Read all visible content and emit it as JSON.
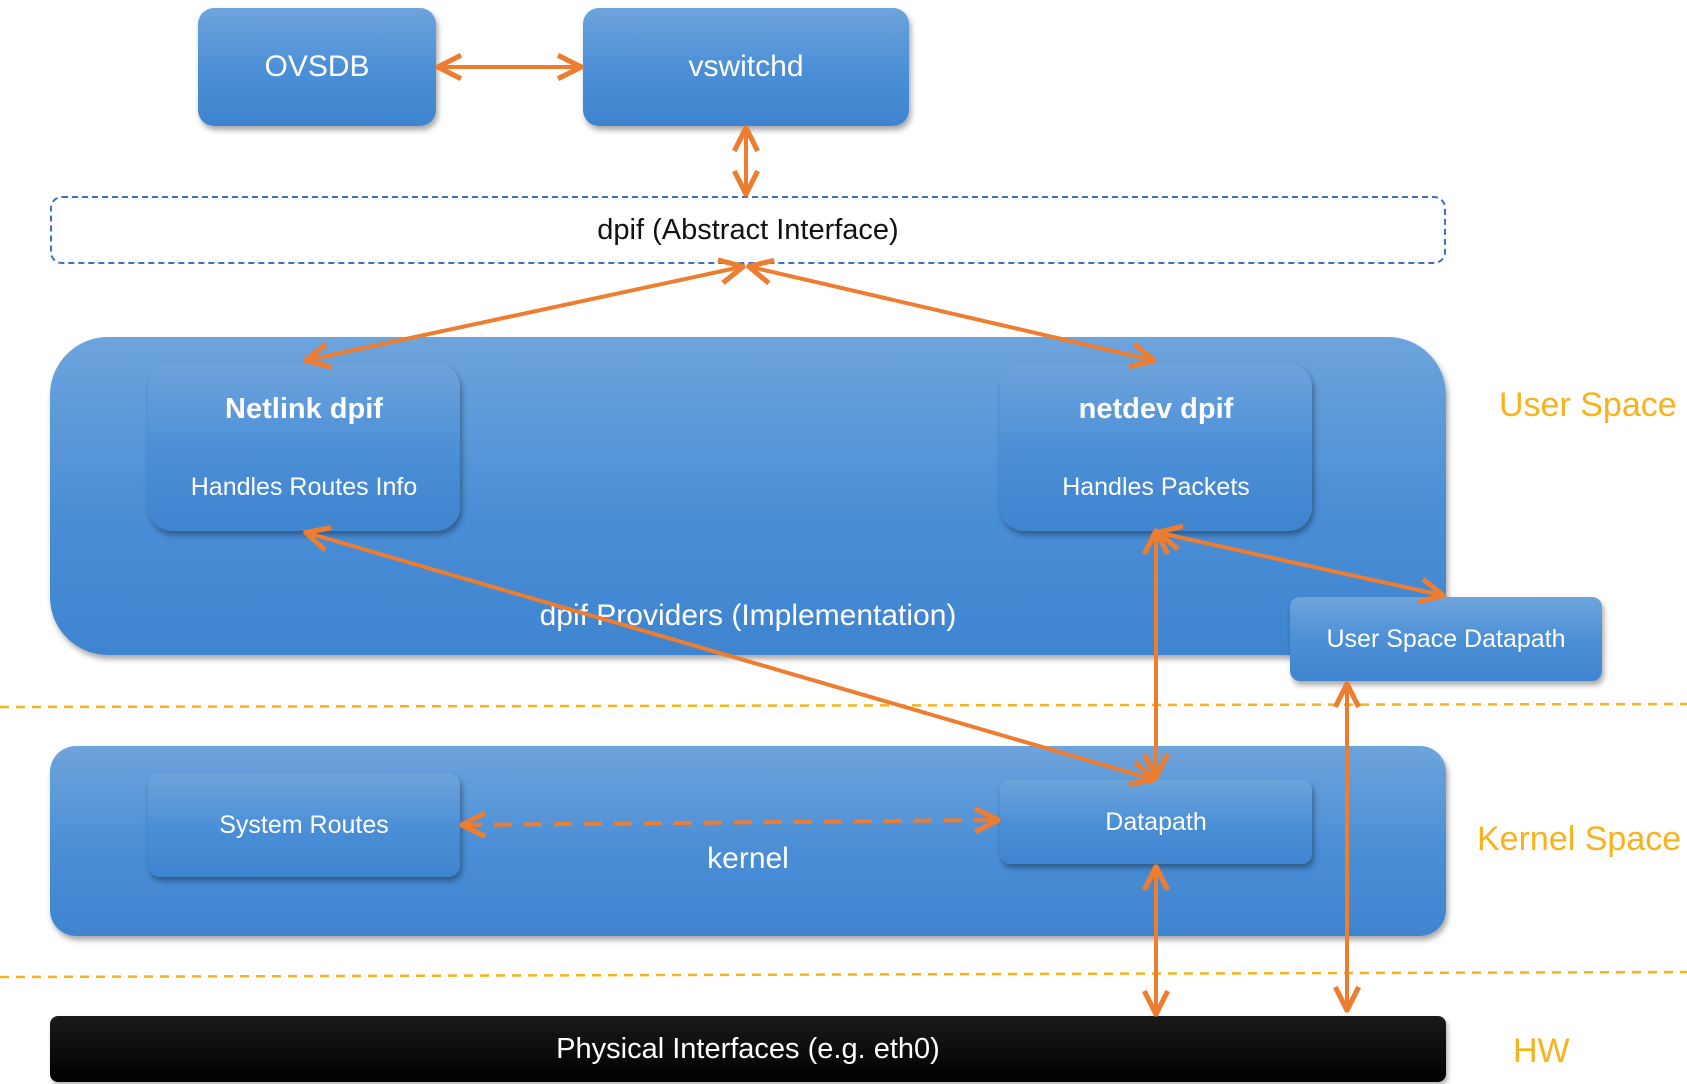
{
  "nodes": {
    "ovsdb": "OVSDB",
    "vswitchd": "vswitchd",
    "dpif": "dpif (Abstract Interface)",
    "providers": "dpif Providers (Implementation)",
    "netlink_title": "Netlink dpif",
    "netlink_sub": "Handles Routes Info",
    "netdev_title": "netdev dpif",
    "netdev_sub": "Handles Packets",
    "userspace_datapath": "User Space Datapath",
    "kernel": "kernel",
    "system_routes": "System Routes",
    "datapath": "Datapath",
    "physical": "Physical Interfaces (e.g. eth0)"
  },
  "zones": {
    "user": "User Space",
    "kernel": "Kernel Space",
    "hw": "HW"
  },
  "colors": {
    "box_blue": "#4a8ed6",
    "arrow_orange": "#ed7d31",
    "zone_label": "#f7b21c",
    "divider": "#f7b21c",
    "dashed_border": "#3f6fc5",
    "hw_bar": "#000000"
  }
}
